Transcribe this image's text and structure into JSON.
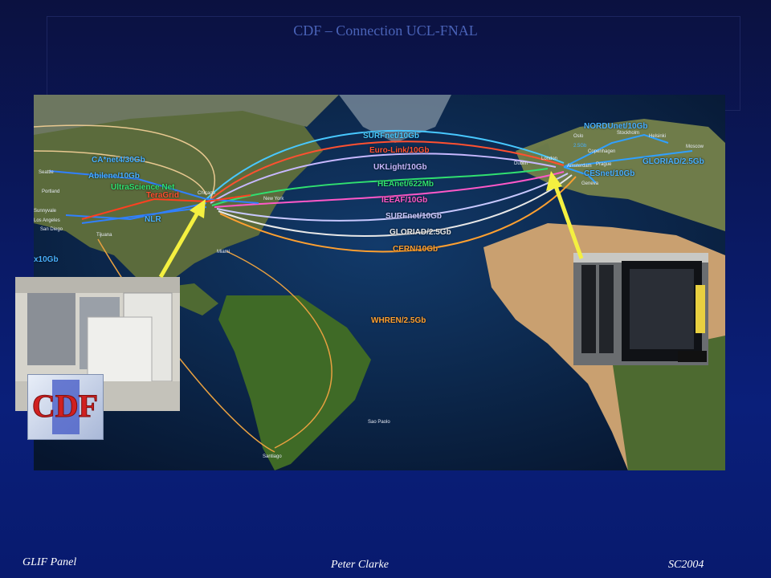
{
  "slide": {
    "title": "CDF – Connection UCL-FNAL"
  },
  "map": {
    "routes": [
      {
        "label": "SURFnet/10Gb",
        "color": "#48c8ff"
      },
      {
        "label": "Euro-Link/10Gb",
        "color": "#ff5030"
      },
      {
        "label": "UKLight/10Gb",
        "color": "#c7b8ff"
      },
      {
        "label": "HEAnet/622Mb",
        "color": "#30e070"
      },
      {
        "label": "IEEAF/10Gb",
        "color": "#ff58c8"
      },
      {
        "label": "SURFnet/10Gb",
        "color": "#c8c8ff"
      },
      {
        "label": "GLORIAD/2.5Gb",
        "color": "#e8e8e8"
      },
      {
        "label": "CERN/10Gb",
        "color": "#ffa030"
      }
    ],
    "networks": {
      "canet": "CA*net4/30Gb",
      "abilene": "Abilene/10Gb",
      "ultrascience": "UltraScience Net",
      "teragrid": "TeraGrid",
      "nlr": "NLR",
      "nordunet": "NORDUnet/10Gb",
      "cesnet": "CESnet/10Gb",
      "gloriad_east": "GLORIAD/2.5Gb",
      "whren": "WHREN/2.5Gb",
      "link_2_5": "2.5Gb",
      "x10gb": "x10Gb"
    },
    "cities": {
      "seattle": "Seattle",
      "portland": "Portland",
      "sunnyvale": "Sunnyvale",
      "los_angeles": "Los Angeles",
      "san_diego": "San Diego",
      "tijuana": "Tijuana",
      "chicago": "Chicago",
      "new_york": "New York",
      "miami": "Miami",
      "dublin": "Dublin",
      "london": "London",
      "amsterdam": "Amsterdam",
      "oslo": "Oslo",
      "stockholm": "Stockholm",
      "helsinki": "Helsinki",
      "copenhagen": "Copenhagen",
      "prague": "Prague",
      "geneva": "Geneva",
      "moscow": "Moscow",
      "sao_paolo": "Sao Paolo",
      "santiago": "Santiago"
    }
  },
  "footer": {
    "left": "GLIF Panel",
    "center": "Peter Clarke",
    "right": "SC2004"
  },
  "colors": {
    "background": "#0a1a66",
    "title": "#4a63b8",
    "arrow": "#f4f040"
  }
}
